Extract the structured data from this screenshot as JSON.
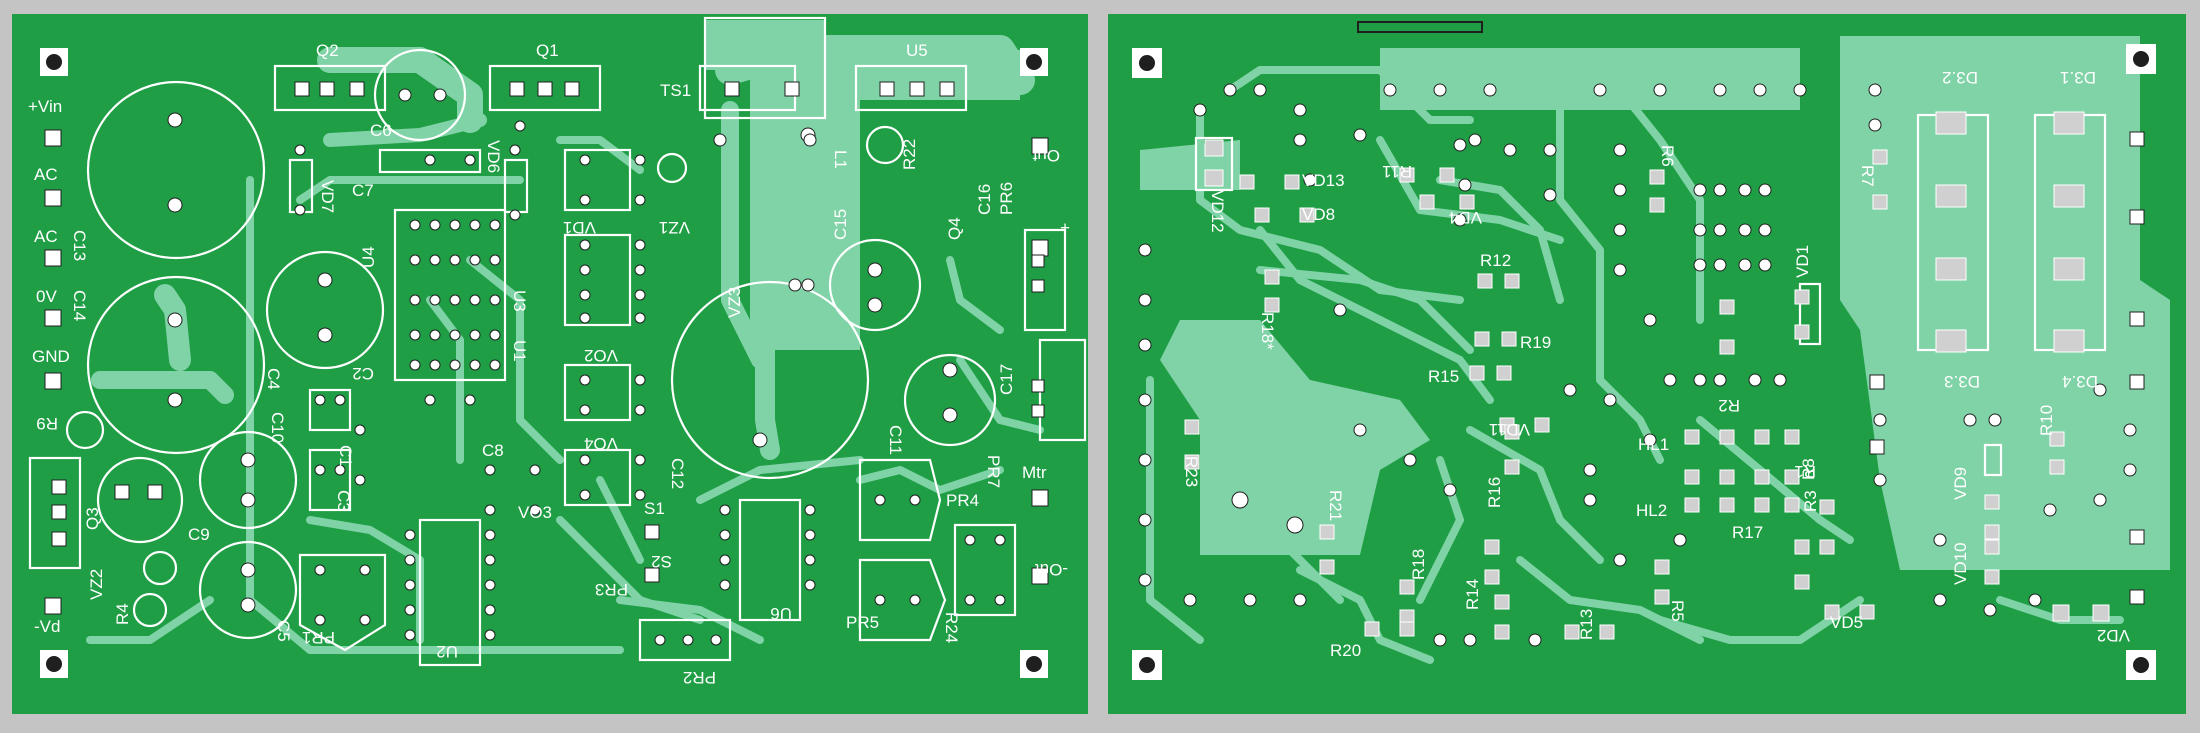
{
  "colors": {
    "board": "#1f9e45",
    "trace": "#7fd3a6",
    "silk": "#ffffff",
    "pad": "#cfcfcf",
    "bg": "#c4c4c4"
  },
  "left_board": {
    "edge_labels": [
      "+Vin",
      "AC",
      "AC",
      "0V",
      "GND",
      "-Vd"
    ],
    "right_labels": [
      "Out",
      "+",
      "Mtr",
      "-Out"
    ],
    "labels": [
      "Q2",
      "Q1",
      "TS1",
      "U5",
      "C6",
      "VD6",
      "C7",
      "VD7",
      "VD1",
      "VZ1",
      "R22",
      "L1",
      "C13",
      "C14",
      "C16",
      "PR6",
      "C15",
      "Q4",
      "U4",
      "U3",
      "U1",
      "VO2",
      "C2",
      "C4",
      "VZ3",
      "R9",
      "C10",
      "C1",
      "C3",
      "VO4",
      "C17",
      "PR7",
      "C8",
      "Q3",
      "C9",
      "VO3",
      "C12",
      "C11",
      "S1",
      "VZ2",
      "R4",
      "C5",
      "PR1",
      "U2",
      "PR3",
      "S2",
      "U6",
      "PR5",
      "PR4",
      "R24",
      "PR2"
    ]
  },
  "right_board": {
    "labels": [
      "VD13",
      "R11",
      "VD8",
      "VD12",
      "VD4",
      "R6",
      "D3.2",
      "D3.1",
      "R7",
      "R12",
      "R18*",
      "R19",
      "VD1",
      "R15",
      "R2",
      "VD11",
      "D3.3",
      "D3.4",
      "HL1",
      "R1",
      "R10",
      "R23",
      "R21",
      "R16",
      "HL2",
      "R17",
      "R8",
      "R3",
      "VD9",
      "R18",
      "R14",
      "R13",
      "R5",
      "VD10",
      "R20",
      "VD5",
      "VD2"
    ]
  }
}
